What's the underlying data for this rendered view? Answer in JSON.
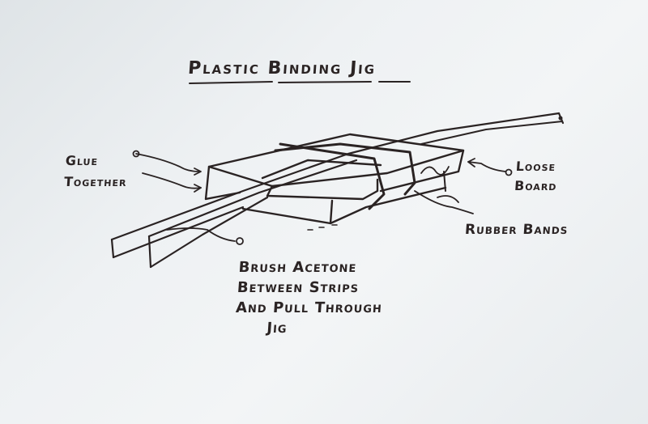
{
  "title": "Plastic Binding Jig",
  "labels": {
    "glue": [
      "Glue",
      "Together"
    ],
    "loose": [
      "Loose",
      "Board"
    ],
    "rubber": "Rubber Bands",
    "brush": [
      "Brush Acetone",
      "Between Strips",
      "And Pull Through",
      "Jig"
    ]
  },
  "colors": {
    "ink": "#2a2323",
    "paper": "#eef1f3"
  }
}
